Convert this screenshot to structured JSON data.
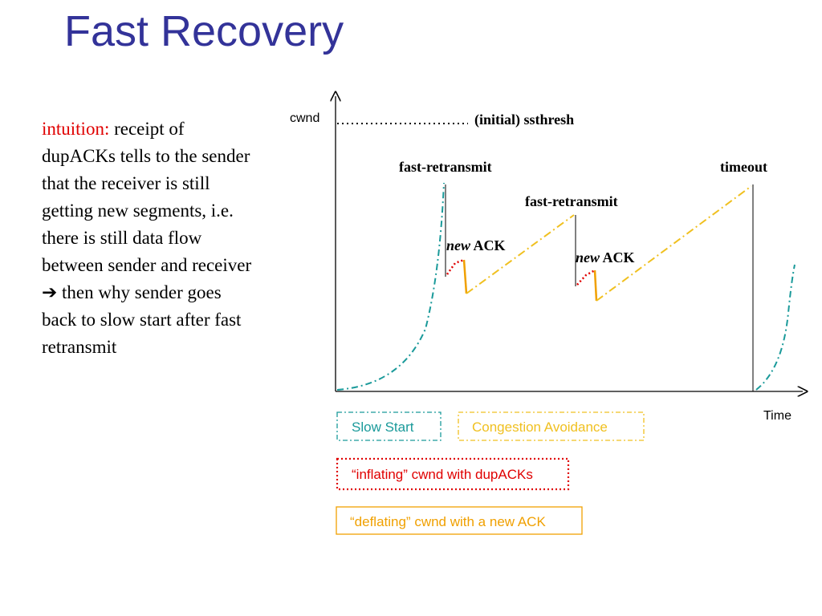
{
  "slide": {
    "title": "Fast Recovery",
    "intuition_label": "intuition:",
    "intuition_text_1": "receipt of dupACKs tells to the sender that the receiver is still getting new segments, i.e. there is still data flow between sender and receiver",
    "arrow_glyph": "➔",
    "intuition_text_2": "then why sender goes back to slow start after fast retransmit"
  },
  "diagram": {
    "y_axis_label": "cwnd",
    "x_axis_label": "Time",
    "ssthresh_label": "(initial) ssthresh",
    "fast_retransmit_1": "fast-retransmit",
    "fast_retransmit_2": "fast-retransmit",
    "timeout_label": "timeout",
    "new_word_1": "new",
    "ack_word_1": " ACK",
    "new_word_2": "new",
    "ack_word_2": " ACK"
  },
  "legend": {
    "slow_start": "Slow Start",
    "congestion_avoidance": "Congestion Avoidance",
    "inflating": "“inflating” cwnd with dupACKs",
    "deflating": "“deflating” cwnd with a new ACK"
  },
  "colors": {
    "title": "#333399",
    "slow_start": "#1a9a9a",
    "congestion_avoidance": "#f0c020",
    "inflating": "#e00000",
    "deflating": "#f0a000"
  }
}
